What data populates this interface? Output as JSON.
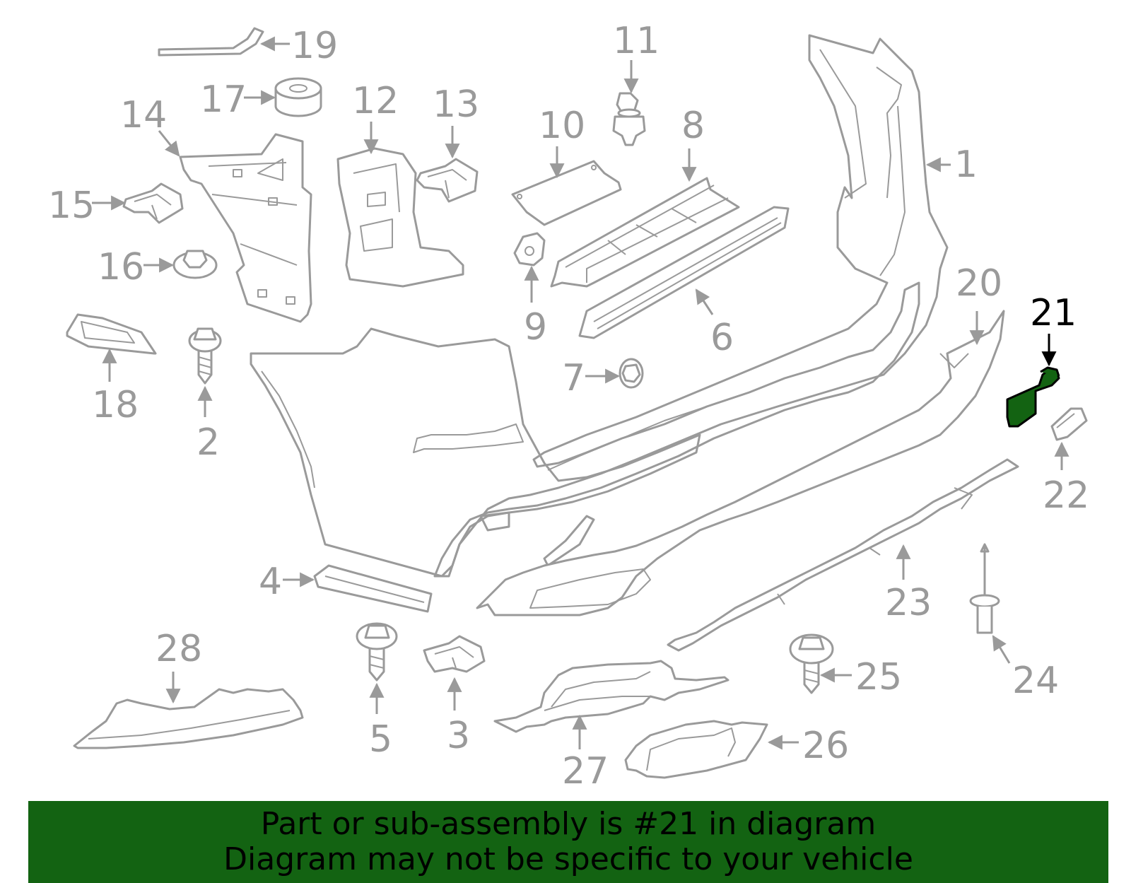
{
  "highlight": {
    "part_number": "21",
    "color": "#136312"
  },
  "line_color": "#9a9a9a",
  "callouts": {
    "n1": "1",
    "n2": "2",
    "n3": "3",
    "n4": "4",
    "n5": "5",
    "n6": "6",
    "n7": "7",
    "n8": "8",
    "n9": "9",
    "n10": "10",
    "n11": "11",
    "n12": "12",
    "n13": "13",
    "n14": "14",
    "n15": "15",
    "n16": "16",
    "n17": "17",
    "n18": "18",
    "n19": "19",
    "n20": "20",
    "n21": "21",
    "n22": "22",
    "n23": "23",
    "n24": "24",
    "n25": "25",
    "n26": "26",
    "n27": "27",
    "n28": "28"
  },
  "banner": {
    "line1": "Part or sub-assembly is #21 in diagram",
    "line2": "Diagram may not be specific to your vehicle"
  }
}
